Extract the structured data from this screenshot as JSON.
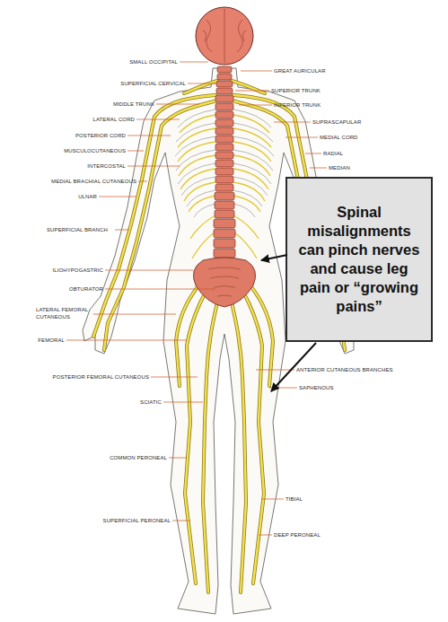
{
  "diagram": {
    "nodes": [
      {
        "text": [
          "Spinal misalignments can pinch nerves and cause leg pain or “growing pains”"
        ]
      }
    ],
    "labels": [
      "SMALL OCCIPITAL",
      "GREAT AURICULAR",
      "SUPERFICIAL CERVICAL",
      "SUPERIOR TRUNK",
      "MIDDLE TRUNK",
      "INFERIOR TRUNK",
      "LATERAL CORD",
      "SUPRASCAPULAR",
      "POSTERIOR CORD",
      "MEDIAL CORD",
      "MUSCULOCUTANEOUS",
      "RADIAL",
      "INTERCOSTAL",
      "MEDIAN",
      "MEDIAL BRACHIAL CUTANEOUS",
      "ULNAR",
      "SUPERFICIAL BRANCH",
      "ILIOHYPOGASTRIC",
      "OBTURATOR",
      "LATERAL FEMORAL CUTANEOUS",
      "FEMORAL",
      "ANTERIOR CUTANEOUS BRANCHES",
      "POSTERIOR FEMORAL CUTANEOUS",
      "SAPHENOUS",
      "SCIATIC",
      "COMMON PERONEAL",
      "TIBIAL",
      "SUPERFICIAL PERONEAL",
      "DEEP PERONEAL"
    ]
  }
}
